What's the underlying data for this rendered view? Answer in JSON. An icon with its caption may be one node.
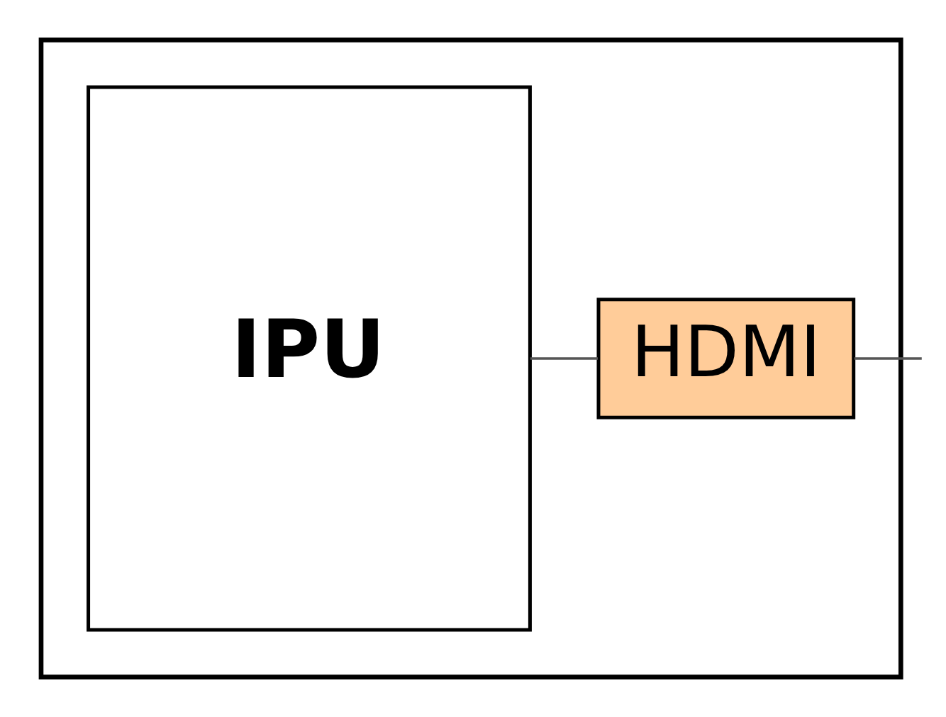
{
  "diagram": {
    "nodes": [
      {
        "text": [],
        "shape": "box"
      },
      {
        "text": [
          "IPU"
        ],
        "in": 0
      },
      {
        "text": [
          "HDMI"
        ],
        "in": 0
      }
    ],
    "edges": [
      {
        "from": 1,
        "to": 2,
        "arrow": "none"
      },
      {
        "from": 2,
        "to": null,
        "arrow": "none"
      }
    ]
  }
}
